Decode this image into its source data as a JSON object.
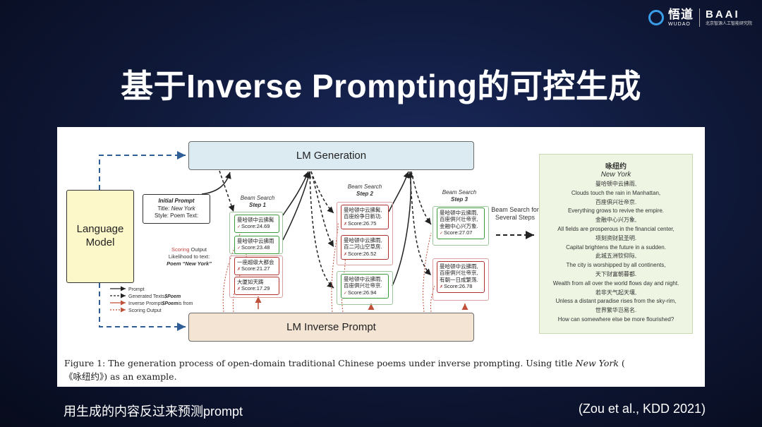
{
  "logo": {
    "brand_cn": "悟道",
    "brand_en": "WUDAO",
    "org_name": "BAAI",
    "org_sub": "北京智源人工智能研究院"
  },
  "slide_title": "基于Inverse Prompting的可控生成",
  "figure": {
    "lm_generation": "LM Generation",
    "lm_inverse_prompt": "LM Inverse Prompt",
    "language_model": "Language Model",
    "initial_prompt": {
      "heading": "Initial Prompt",
      "title_label": "Title:",
      "title_value": "New York",
      "style_line": "Style: Poem Text:"
    },
    "beam_steps": [
      {
        "label": "Beam Search",
        "step": "Step 1"
      },
      {
        "label": "Beam Search",
        "step": "Step 2"
      },
      {
        "label": "Beam Search",
        "step": "Step 3"
      }
    ],
    "step1_candidates": [
      {
        "text": "曼哈顿中云拂髯",
        "score": "Score:24.69"
      },
      {
        "text": "曼哈顿中云拂雨",
        "score": "Score:23.48"
      },
      {
        "text": "一座超级大都会",
        "score": "Score:21.27"
      },
      {
        "text": "大厦如天踌",
        "score": "Score:17.29"
      }
    ],
    "step2_candidates": [
      {
        "lines": [
          "曼哈顿中云拂髯,",
          "百座纷争日新功."
        ],
        "score": "Score:26.75"
      },
      {
        "lines": [
          "曼哈顿中云拂雨,",
          "百二河山空草房."
        ],
        "score": "Score:26.52"
      },
      {
        "lines": [
          "曼哈顿中云拂雨,",
          "百座俱兴壮帝京."
        ],
        "score": "Score:26.94"
      }
    ],
    "step3_candidates": [
      {
        "lines": [
          "曼哈顿中云拂雨,",
          "百座俱兴壮帝京,",
          "金融中心兴万象."
        ],
        "score": "Score:27.07"
      },
      {
        "lines": [
          "曼哈顿中云拂雨,",
          "百座俱兴壮帝京,",
          "有朝一日成繁荡."
        ],
        "score": "Score:26.78"
      }
    ],
    "scoring_note": {
      "title": "Scoring",
      "title_rest": " Output",
      "line2": "Likelihood to text:",
      "line3": "Poem “New York”"
    },
    "beam_several": "Beam Search for Several Steps",
    "poem": {
      "title": "咏纽约",
      "subtitle": "New York",
      "lines": [
        "曼哈顿中云拂雨,",
        "Clouds touch the rain in Manhattan,",
        "百座俱兴壮帝京.",
        "Everything grows to revive the empire.",
        "金融中心兴万象,",
        "All fields are prosperous in the financial center,",
        "项刻资财鼠圣明.",
        "Capital brightens the future in a sudden.",
        "此城五洲钦仰际,",
        "The city is worshipped by all continents,",
        "天下财富朝暮都.",
        "Wealth from all over the world flows day and night.",
        "若非天气起天壤,",
        "Unless a distant paradise rises from the sky-rim,",
        "世界繁华岂易名.",
        "How can somewhere else be more flourished?"
      ]
    },
    "legend": [
      {
        "label": "Prompt",
        "color": "#222222",
        "style": "solid"
      },
      {
        "label": "Generated Texts ",
        "label_em": "$Poem",
        "color": "#222222",
        "style": "dashed"
      },
      {
        "label": "Inverse Prompt ",
        "label_em": "$Poem",
        "label_tail": " is from",
        "color": "#c0503a",
        "style": "solid"
      },
      {
        "label": "Scoring Output",
        "color": "#c0503a",
        "style": "dotted"
      }
    ],
    "caption": {
      "part1": "Figure 1: The generation process of open-domain traditional Chinese poems under inverse prompting. Using title ",
      "title_em": "New York",
      "part2": " (",
      "part3": "《咏纽约》) as an example."
    },
    "colors": {
      "lm_generation_fill": "#dcebf2",
      "lm_inverse_fill": "#f3e4d3",
      "language_model_fill": "#fdf8c9",
      "poem_fill": "#eef5e3",
      "blue_arrow": "#2f5d95",
      "red_arrow": "#c0503a",
      "green_border": "#3b9a3b",
      "red_border": "#b03030"
    }
  },
  "bottom_note": "用生成的内容反过来预测prompt",
  "citation": "(Zou et al., KDD 2021)"
}
